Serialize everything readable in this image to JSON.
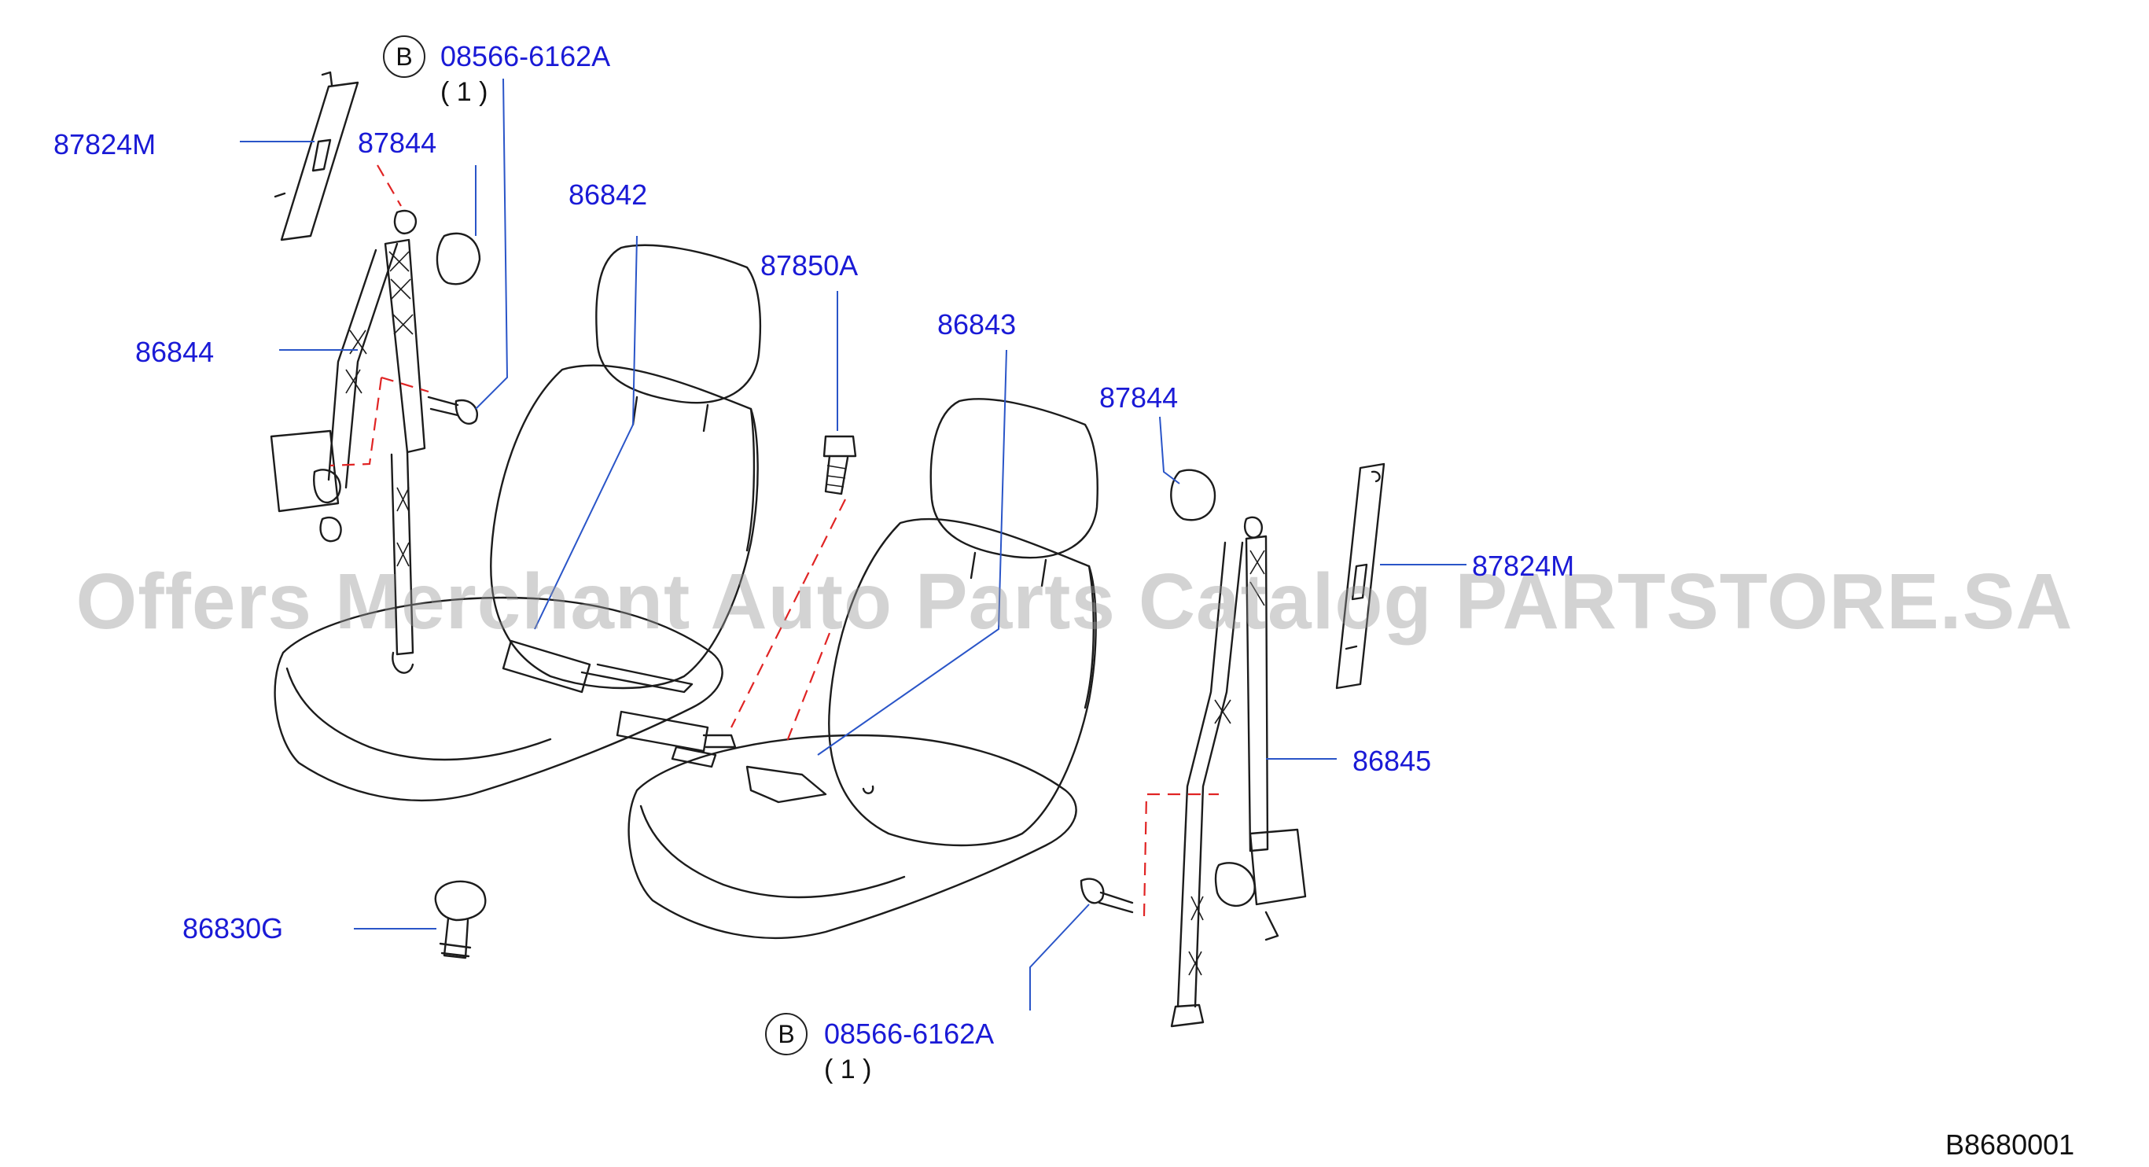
{
  "labels": {
    "p_87824M_left": "87824M",
    "p_87844_left": "87844",
    "p_86842": "86842",
    "p_87850A": "87850A",
    "p_86843": "86843",
    "p_86844": "86844",
    "p_87844_right": "87844",
    "p_87824M_right": "87824M",
    "p_86845": "86845",
    "p_86830G": "86830G",
    "bolt_top": "08566-6162A",
    "bolt_top_qty": "( 1 )",
    "bolt_bottom": "08566-6162A",
    "bolt_bottom_qty": "( 1 )"
  },
  "badges": {
    "top": "B",
    "bottom": "B"
  },
  "diagram_ref": "B8680001",
  "watermark": "Offers Merchant Auto Parts Catalog PARTSTORE.SA",
  "colors": {
    "label": "#1a1ad6",
    "leader": "#2a55c8",
    "dashed": "#e02424",
    "line": "#1c1c1c"
  }
}
